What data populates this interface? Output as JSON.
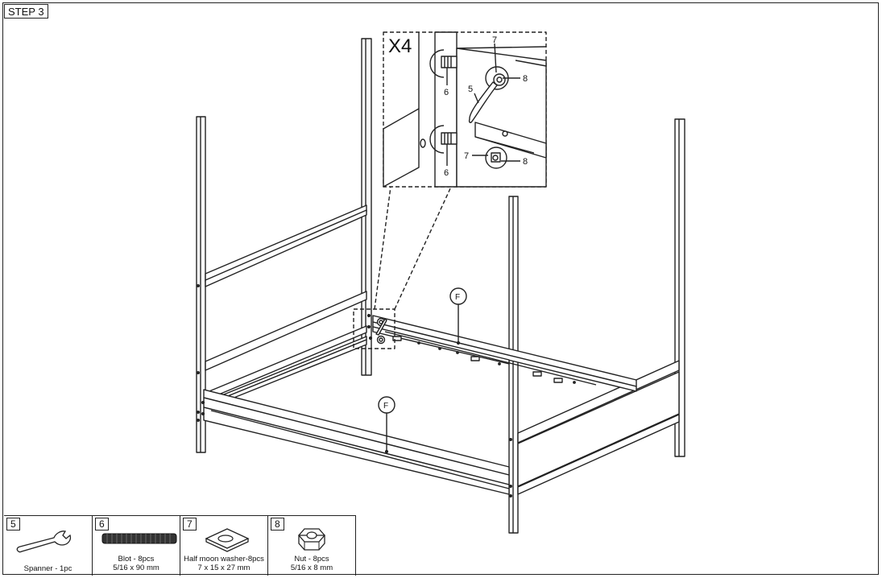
{
  "step": {
    "label": "STEP 3"
  },
  "inset": {
    "multiplier": "X4",
    "callouts": [
      "7",
      "8",
      "5",
      "6",
      "6",
      "7",
      "8"
    ]
  },
  "frame_labels": [
    "F",
    "F"
  ],
  "parts": [
    {
      "number": "5",
      "name": "Spanner - 1pc",
      "spec": "",
      "icon": "spanner-icon"
    },
    {
      "number": "6",
      "name": "Blot - 8pcs",
      "spec": "5/16 x 90 mm",
      "icon": "bolt-icon"
    },
    {
      "number": "7",
      "name": "Half moon washer-8pcs",
      "spec": "7 x 15 x 27 mm",
      "icon": "half-moon-washer-icon"
    },
    {
      "number": "8",
      "name": "Nut - 8pcs",
      "spec": "5/16 x 8 mm",
      "icon": "nut-icon"
    }
  ]
}
